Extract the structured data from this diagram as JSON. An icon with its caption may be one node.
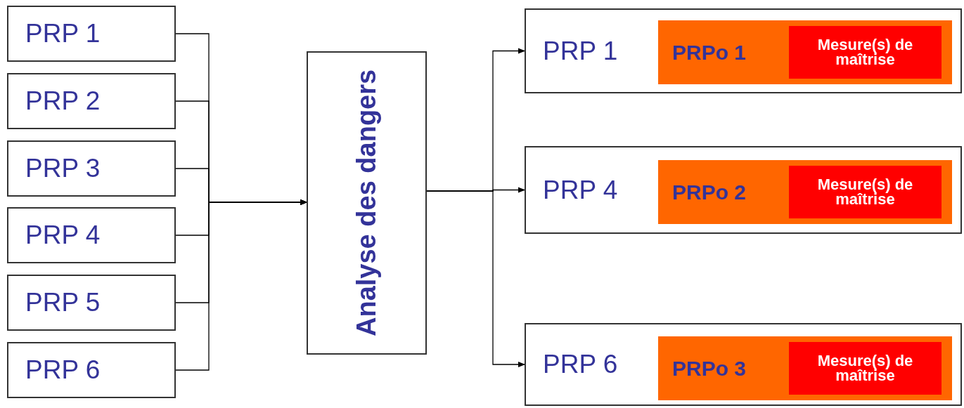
{
  "diagram": {
    "nodes": [
      {
        "text": [
          "PRP 1"
        ]
      },
      {
        "text": [
          "PRP 2"
        ]
      },
      {
        "text": [
          "PRP 3"
        ]
      },
      {
        "text": [
          "PRP 4"
        ]
      },
      {
        "text": [
          "PRP 5"
        ]
      },
      {
        "text": [
          "PRP 6"
        ]
      },
      {
        "text": [
          "Analyse des dangers"
        ]
      },
      {
        "text": [
          "PRP 1"
        ]
      },
      {
        "text": [
          "PRPo 1"
        ],
        "in": 7
      },
      {
        "text": [
          "Mesure(s) de maîtrise"
        ],
        "in": 8
      },
      {
        "text": [
          "PRP 4"
        ]
      },
      {
        "text": [
          "PRPo 2"
        ],
        "in": 10
      },
      {
        "text": [
          "Mesure(s) de maîtrise"
        ],
        "in": 11
      },
      {
        "text": [
          "PRP 6"
        ]
      },
      {
        "text": [
          "PRPo 3"
        ],
        "in": 13
      },
      {
        "text": [
          "Mesure(s) de maîtrise"
        ],
        "in": 14
      }
    ],
    "edges": [
      {
        "from": 0,
        "to": 6,
        "arrow": "to"
      },
      {
        "from": 1,
        "to": 6,
        "arrow": "to"
      },
      {
        "from": 2,
        "to": 6,
        "arrow": "to"
      },
      {
        "from": 3,
        "to": 6,
        "arrow": "to"
      },
      {
        "from": 4,
        "to": 6,
        "arrow": "to"
      },
      {
        "from": 5,
        "to": 6,
        "arrow": "to"
      },
      {
        "from": 6,
        "to": 7,
        "arrow": "to"
      },
      {
        "from": 6,
        "to": 10,
        "arrow": "to"
      },
      {
        "from": 6,
        "to": 13,
        "arrow": "to"
      }
    ]
  }
}
